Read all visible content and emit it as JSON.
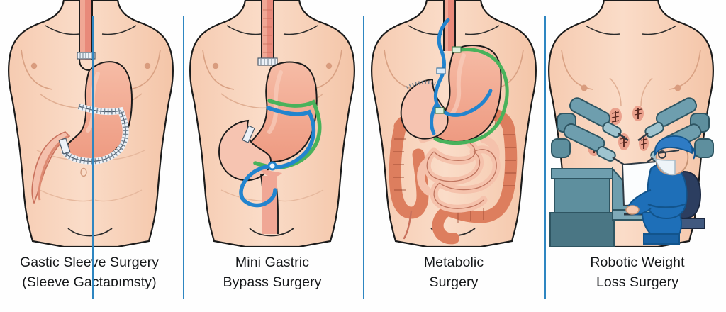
{
  "background_color": "#FEFEFE",
  "divider": {
    "color": "#2E86C1",
    "count": 4
  },
  "palette": {
    "skin": "#F9D5BE",
    "skin_shadow": "#F3C3A7",
    "outline": "#1B1B1B",
    "stomach": "#F2A089",
    "stomach_light": "#F7C3B0",
    "esophagus": "#E8897A",
    "large_intestine": "#DD7E5E",
    "small_intestine": "#F5C2AC",
    "staple_line": "#E8EEF5",
    "green_tube": "#49B25B",
    "blue_tube": "#2284CE",
    "console": "#5E8F9E",
    "console_dark": "#4A7684",
    "scrubs": "#1E6FB8",
    "chair": "#2C3E60",
    "wound": "#D9604F"
  },
  "panels": [
    {
      "id": "gastric-sleeve",
      "illustration": "torso-with-sleeve-gastrectomy",
      "caption_line1": "Gastic Sleeve Surgery",
      "caption_line2": "(Sleeve Gactaɒımsty)"
    },
    {
      "id": "mini-gastric-bypass",
      "illustration": "torso-with-mini-gastric-bypass",
      "caption_line1": "Mini Gastric",
      "caption_line2": "Bypass Surgery"
    },
    {
      "id": "metabolic-surgery",
      "illustration": "torso-with-full-digestive-tract",
      "caption_line1": "Metabolic",
      "caption_line2": "Surgery"
    },
    {
      "id": "robotic-weight-loss",
      "illustration": "torso-with-robotic-console-and-surgeon",
      "caption_line1": "Robotic Weight",
      "caption_line2": "Loss Surgery"
    }
  ]
}
